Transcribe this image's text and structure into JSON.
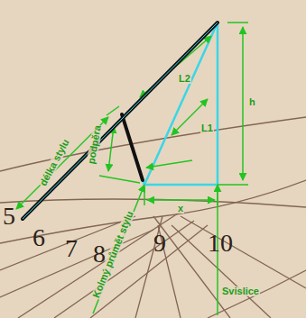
{
  "diagram": {
    "labels": [
      "5",
      "6",
      "7",
      "8",
      "9",
      "10",
      "délka stylu",
      "podpěra",
      "L2",
      "L1",
      "h",
      "x",
      "Kolmý průmět stylu",
      "Svislice"
    ]
  }
}
